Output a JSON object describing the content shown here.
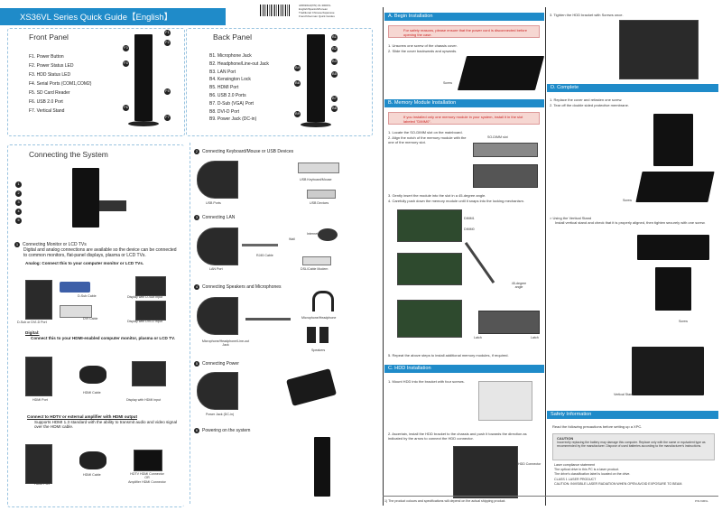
{
  "header": {
    "title": "XS36VL Series Quick Guide【English】",
    "meta_lines": [
      "4/28/2014(P/N) 01.3000VL",
      "English/Spanish/Korean",
      "Traditional Chinese/Japanese",
      "French/German Quick Guides"
    ]
  },
  "front_panel": {
    "title": "Front Panel",
    "items": [
      "F1. Power Button",
      "F2. Power Status LED",
      "F3. HDD Status LED",
      "F4. Serial Ports (COM1,COM2)",
      "F5. SD Card Reader",
      "F6. USB 2.0 Port",
      "F7. Vertical Stand"
    ],
    "callouts": [
      "F1",
      "F2",
      "F3",
      "F4",
      "F5",
      "F6",
      "F7"
    ]
  },
  "back_panel": {
    "title": "Back Panel",
    "items": [
      "B1. Microphone Jack",
      "B2. Headphone/Line-out Jack",
      "B3. LAN Port",
      "B4. Kensington Lock",
      "B5. HDMI Port",
      "B6. USB 2.0 Ports",
      "B7. D-Sub (VGA) Port",
      "B8. DVI-D Port",
      "B9. Power Jack (DC-in)"
    ],
    "callouts": [
      "B1",
      "B2",
      "B3",
      "B4",
      "B5",
      "B6",
      "B7",
      "B8",
      "B9"
    ]
  },
  "connecting": {
    "title": "Connecting the System",
    "step1": {
      "heading": "Connecting Monitor or LCD TVs",
      "body": "Digital and analog connections are available so the device can be connected to common monitors, flat-panel displays, plasma or LCD TVs.",
      "analog": "Analog: Connect this to your computer monitor or LCD TVs.",
      "captions": [
        "D-Sub Cable",
        "Display with D-Sub input",
        "D-Sub or DVI-D Port",
        "DVI Cable",
        "Display with DVI-D input"
      ],
      "digital_label": "Digital:",
      "digital_body": "Connect this to your HDMI-enabled computer monitor, plasma or LCD TV.",
      "hdmi_captions": [
        "HDMI Port",
        "HDMI Cable",
        "Display with HDMI input"
      ],
      "amp_heading": "Connect to HDTV or external amplifier with HDMI output",
      "amp_body": "Supports HDMI 1.3 standard with the ability to transmit audio and video signal over the HDMI cable.",
      "amp_captions": [
        "HDMI Port",
        "HDMI Cable",
        "HDTV HDMI Connector",
        "OR",
        "Amplifier HDMI Connector"
      ]
    },
    "step2": {
      "heading": "Connecting Keyboard/Mouse or USB Devices",
      "captions": [
        "USB Ports",
        "USB Keyboard/Mouse",
        "USB Devices"
      ]
    },
    "step3": {
      "heading": "Connecting LAN",
      "captions": [
        "LAN Port",
        "RJ45 Cable",
        "Wall",
        "Internet",
        "DSL/Cable Modem"
      ]
    },
    "step4": {
      "heading": "Connecting Speakers and Microphones",
      "captions": [
        "Microphone/Headphone/Line-out Jack",
        "Microphone/Headphone",
        "Speakers"
      ]
    },
    "step5": {
      "heading": "Connecting Power",
      "captions": [
        "Power Jack (DC-in)"
      ]
    },
    "step6": {
      "heading": "Powering on the system"
    }
  },
  "sectionA": {
    "title": "A. Begin Installation",
    "warning": "For safety reasons, please ensure that the power cord is disconnected before opening the case.",
    "steps": [
      "1. Unscrew one screw of the chassis cover.",
      "2. Slide the cover backwards and upwards."
    ],
    "caption": "Screw",
    "step3": "3. Tighten the HDD bracket with Screws once."
  },
  "sectionB": {
    "title": "B. Memory Module Installation",
    "warning": "If you installed only one memory module in your system, install it in the slot labeled \"DIMM0\".",
    "steps": [
      "1. Locate the SO-DIMM slot on the mainboard.",
      "2. Align the notch of the memory module with the one of the memory slot."
    ],
    "slot_caption": "SO-DIMM slot",
    "steps2": [
      "3. Gently insert the module into the slot in a 45-degree angle.",
      "4. Carefully push down the memory module until it snaps into the locking mechanism."
    ],
    "labels": [
      "DIMM1",
      "DIMM0",
      "45-degree angle",
      "Latch",
      "Latch"
    ],
    "step5": "5. Repeat the above steps to install additional memory modules, if required."
  },
  "sectionC": {
    "title": "C. HDD Installation",
    "step1": "1. Mount HDD into the bracket with four screws.",
    "step2": "2. Ascertain, install the HDD bracket to the chassis and push it towards the direction as indicated by the arrow to connect the HDD connector.",
    "caption": "HDD Connector"
  },
  "sectionD": {
    "title": "D. Complete",
    "steps": [
      "1. Replace the cover and refasten one screw.",
      "2. Tear off the double sided protective membrane."
    ],
    "caption": "Screw",
    "stand_head": "Using the Vertical Stand",
    "stand_body": "Install vertical stand and check that it is properly aligned, then tighten securely with one screw.",
    "captions": [
      "Screw",
      "Vertical Stand"
    ]
  },
  "safety": {
    "title": "Safety Information",
    "intro": "Read the following precautions before setting up a XPC.",
    "caution_title": "CAUTION",
    "caution_body": "Incorrectly replacing the battery may damage this computer. Replace only with the same or equivalent type as recommended by the manufacturer. Dispose of used batteries according to the manufacturer's instructions.",
    "laser": [
      "Laser compliance statement",
      "The optical drive in this PC is a laser product.",
      "The drive's classification label is located on the drive.",
      "CLASS 1 LASER PRODUCT",
      "CAUTION: INVISIBLE LASER RADIATION WHEN OPEN AVOID EXPOSURE TO BEAM."
    ]
  },
  "footer": {
    "note": "1) The product colours and specifications will depend on the actual shipping product.",
    "code": "P/N:X36VL"
  }
}
